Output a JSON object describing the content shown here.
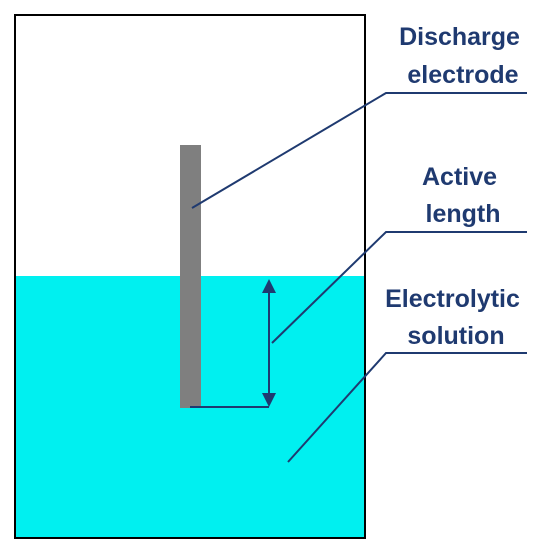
{
  "labels": {
    "discharge_electrode": [
      "Discharge",
      "electrode"
    ],
    "active_length": [
      "Active",
      "length"
    ],
    "electrolytic_solution": [
      "Electrolytic",
      "solution"
    ]
  },
  "colors": {
    "container_border": "#000000",
    "solution": "#00F0F0",
    "electrode": "#7F7F7F",
    "leader": "#1F3A70",
    "text": "#1F3A70"
  }
}
